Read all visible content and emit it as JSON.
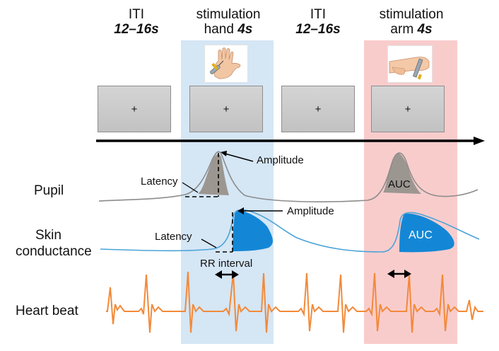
{
  "phases": [
    {
      "title": "ITI",
      "duration": "12–16s"
    },
    {
      "title": "stimulation",
      "subtitle": "hand",
      "duration": "4s"
    },
    {
      "title": "ITI",
      "duration": "12–16s"
    },
    {
      "title": "stimulation",
      "subtitle": "arm",
      "duration": "4s"
    }
  ],
  "fixation_cross": "+",
  "rows": {
    "pupil": "Pupil",
    "skin_line1": "Skin",
    "skin_line2": "conductance",
    "heart": "Heart beat"
  },
  "annotations": {
    "amplitude_pupil": "Amplitude",
    "latency_pupil": "Latency",
    "auc_pupil": "AUC",
    "amplitude_skin": "Amplitude",
    "latency_skin": "Latency",
    "auc_skin": "AUC",
    "rr_interval": "RR interval"
  },
  "colors": {
    "hand_band": "#d5e6f5",
    "arm_band": "#f9cccc",
    "pupil_line": "#8c8c8c",
    "pupil_fill": "#9c9691",
    "skin_line": "#4ba3d8",
    "skin_fill": "#1387d6",
    "heart_line": "#f28a3a",
    "timeline": "#000000"
  },
  "icons": [
    "hand-stimulation-icon",
    "arm-stimulation-icon"
  ]
}
